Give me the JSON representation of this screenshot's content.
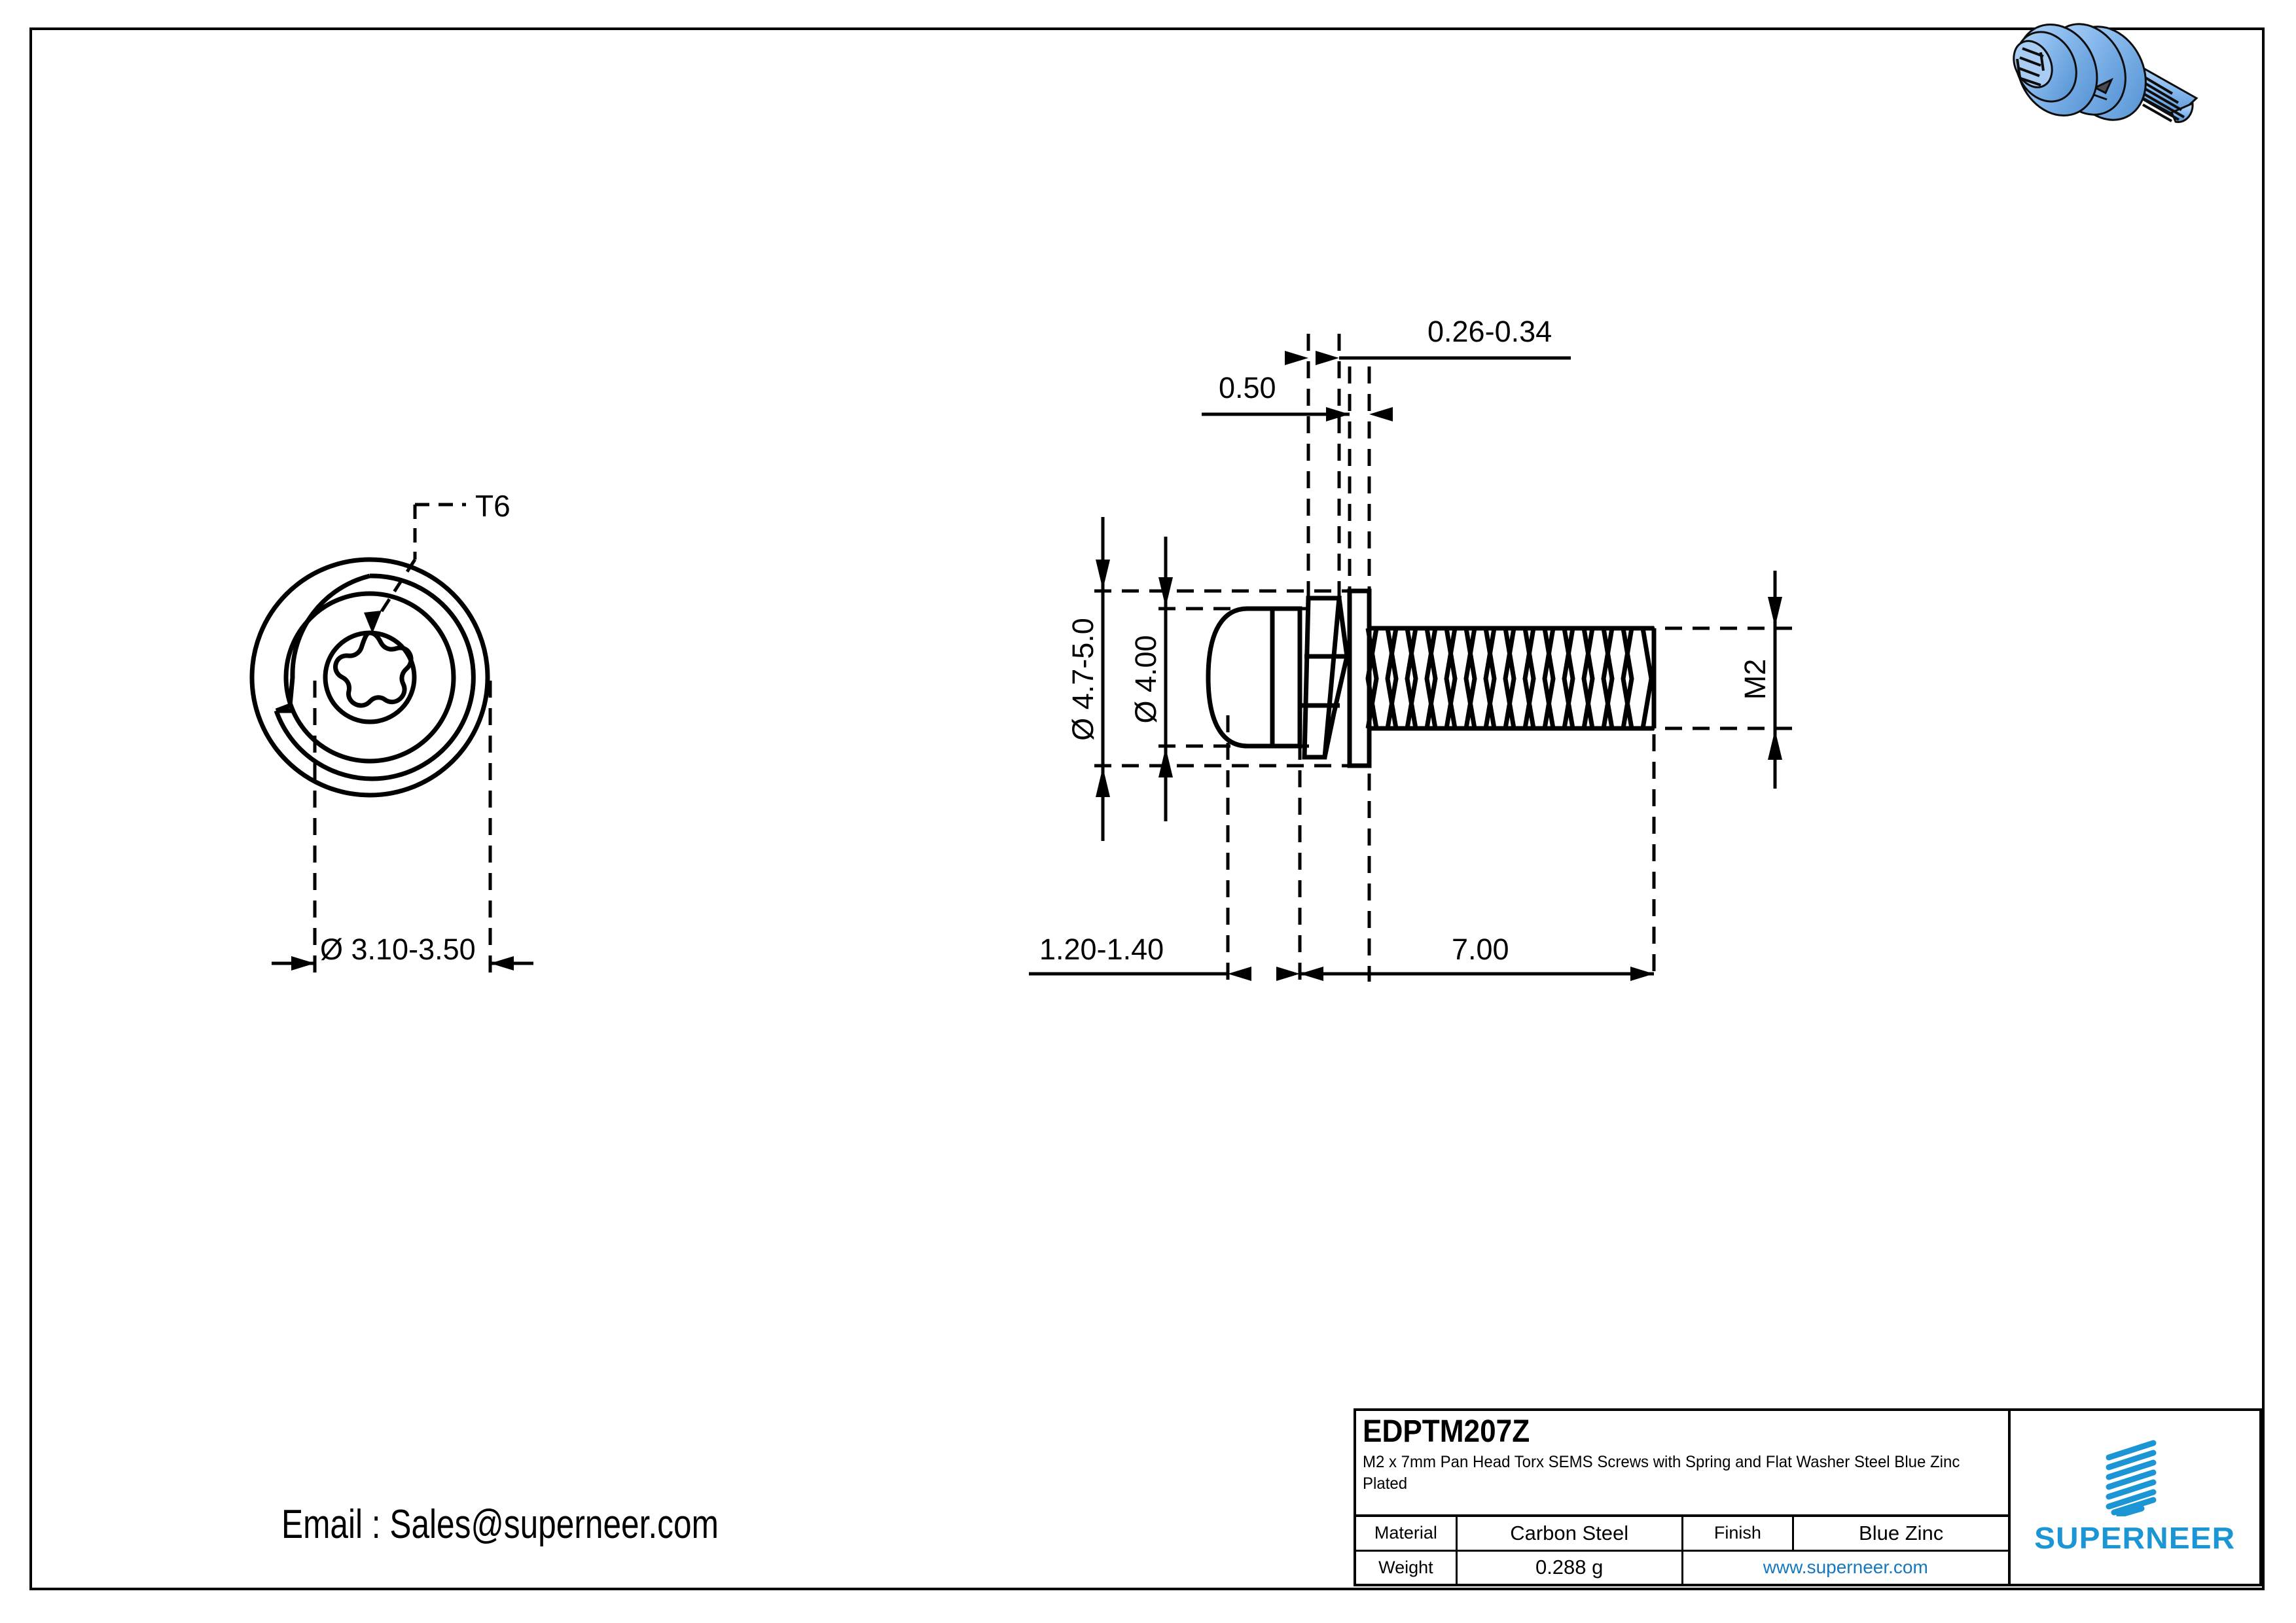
{
  "drawing": {
    "part_code": "EDPTM207Z",
    "description": "M2 x 7mm Pan Head Torx SEMS Screws with Spring and Flat Washer Steel Blue Zinc Plated",
    "email_line": "Email : Sales@superneer.com",
    "brand": "SUPERNEER",
    "brand_color": "#1b95d4",
    "link_color": "#1577be"
  },
  "title_block": {
    "rows": [
      {
        "label": "Material",
        "value": "Carbon Steel",
        "label2": "Finish",
        "value2": "Blue Zinc"
      },
      {
        "label": "Weight",
        "value": "0.288 g",
        "website": "www.superneer.com"
      }
    ],
    "material_label": "Material",
    "material_value": "Carbon Steel",
    "finish_label": "Finish",
    "finish_value": "Blue Zinc",
    "weight_label": "Weight",
    "weight_value": "0.288 g",
    "website": "www.superneer.com"
  },
  "front_view": {
    "drive_callout": "T6",
    "diameter_dim": "Ø 3.10-3.50"
  },
  "side_view": {
    "dim_washer_thickness": "0.50",
    "dim_spring_washer": "0.26-0.34",
    "dim_outer_diameter": "Ø 4.7-5.0",
    "dim_head_diameter": "Ø 4.00",
    "dim_head_height": "1.20-1.40",
    "dim_thread_length": "7.00",
    "dim_thread_size": "M2"
  }
}
